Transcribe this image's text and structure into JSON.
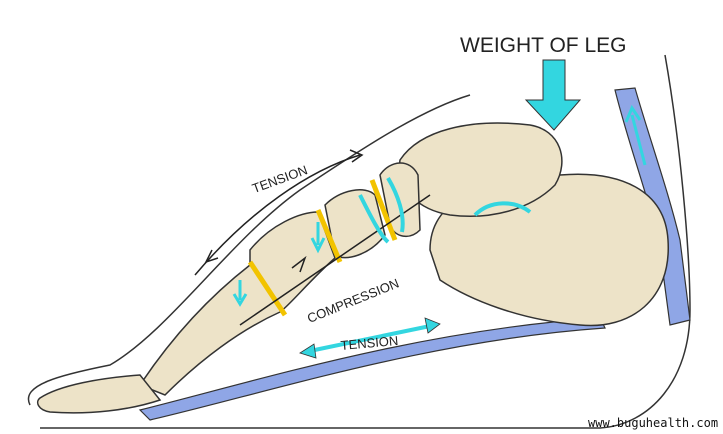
{
  "diagram": {
    "title": "WEIGHT OF LEG",
    "labels": {
      "upper_tension": "TENSION",
      "compression": "COMPRESSION",
      "lower_tension": "TENSION"
    },
    "watermark": "www.buguhealth.com",
    "colors": {
      "bone": "#ede3c8",
      "bone_outline": "#333333",
      "joint": "#f2c300",
      "arrow": "#33d6e0",
      "fascia": "#8fa6e6"
    }
  }
}
